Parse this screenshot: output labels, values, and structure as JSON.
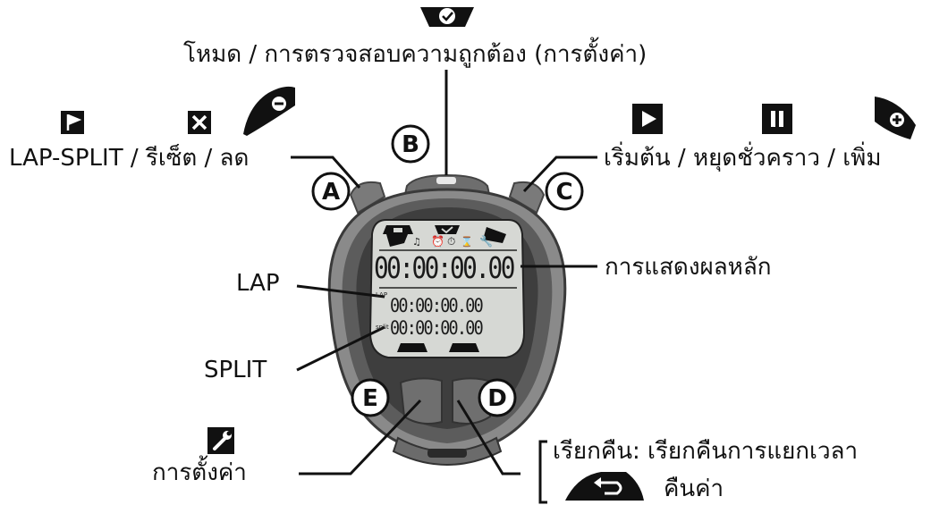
{
  "labels": {
    "mode": "โหมด / การตรวจสอบความถูกต้อง (การตั้งค่า)",
    "lap_split_reset": "LAP-SPLIT / รีเซ็ต / ลด",
    "start_pause_plus": "เริ่มต้น / หยุดชั่วคราว / เพิ่ม",
    "main_display": "การแสดงผลหลัก",
    "lap": "LAP",
    "split": "SPLIT",
    "settings": "การตั้งค่า",
    "recall": "เรียกคืน: เรียกคืนการแยกเวลา",
    "restore": "คืนค่า"
  },
  "buttons": {
    "a": "A",
    "b": "B",
    "c": "C",
    "d": "D",
    "e": "E"
  },
  "display": {
    "main_time": "00:00:00.00",
    "lap_time": "00:00:00.00",
    "split_time": "00:00:00.00",
    "lap_tag": "LAP",
    "split_tag": "split"
  },
  "icons": [
    "check-icon",
    "flag-icon",
    "x-icon",
    "minus-icon",
    "play-icon",
    "pause-icon",
    "plus-icon",
    "wrench-icon",
    "undo-icon"
  ],
  "colors": {
    "body_outer": "#7d7d7d",
    "body_inner": "#3c3c3c",
    "screen": "#d4d6d2",
    "ink": "#111111"
  }
}
